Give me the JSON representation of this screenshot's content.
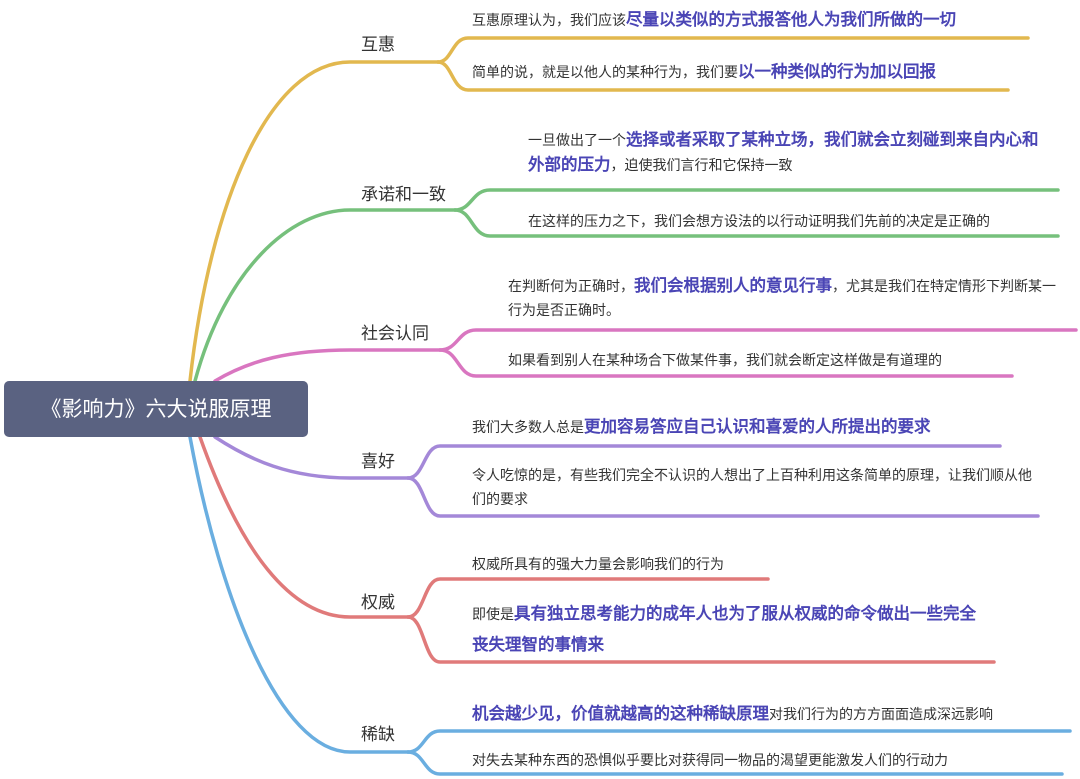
{
  "root": {
    "title": "《影响力》六大说服原理"
  },
  "branches": [
    {
      "label": "互惠",
      "color": "#e2b84f",
      "leaves": [
        {
          "segments": [
            {
              "text": "互惠原理认为，我们应该"
            },
            {
              "text": "尽量以类似的方式报答他人为我们所做的一切",
              "hl": true
            }
          ]
        },
        {
          "segments": [
            {
              "text": "简单的说，就是以他人的某种行为，我们要"
            },
            {
              "text": "以一种类似的行为加以回报",
              "hl": true
            }
          ]
        }
      ]
    },
    {
      "label": "承诺和一致",
      "color": "#76c07c",
      "leaves": [
        {
          "segments": [
            {
              "text": "一旦做出了一个"
            },
            {
              "text": "选择或者采取了某种立场，我们就会立刻碰到来自内心和外部的压力",
              "hl": true
            },
            {
              "text": "，迫使我们言行和它保持一致"
            }
          ]
        },
        {
          "segments": [
            {
              "text": "在这样的压力之下，我们会想方设法的以行动证明我们先前的决定是正确的"
            }
          ]
        }
      ]
    },
    {
      "label": "社会认同",
      "color": "#d976c0",
      "leaves": [
        {
          "segments": [
            {
              "text": "在判断何为正确时，"
            },
            {
              "text": "我们会根据别人的意见行事",
              "hl": true
            },
            {
              "text": "，尤其是我们在特定情形下判断某一行为是否正确时。"
            }
          ]
        },
        {
          "segments": [
            {
              "text": "如果看到别人在某种场合下做某件事，我们就会断定这样做是有道理的"
            }
          ]
        }
      ]
    },
    {
      "label": "喜好",
      "color": "#a488d8",
      "leaves": [
        {
          "segments": [
            {
              "text": "我们大多数人总是"
            },
            {
              "text": "更加容易答应自己认识和喜爱的人所提出的要求",
              "hl": true
            }
          ]
        },
        {
          "segments": [
            {
              "text": "令人吃惊的是，有些我们完全不认识的人想出了上百种利用这条简单的原理，让我们顺从他们的要求"
            }
          ]
        }
      ]
    },
    {
      "label": "权威",
      "color": "#e07a7a",
      "leaves": [
        {
          "segments": [
            {
              "text": "权威所具有的强大力量会影响我们的行为"
            }
          ]
        },
        {
          "segments": [
            {
              "text": "即使是"
            },
            {
              "text": "具有独立思考能力的成年人也为了服从权威的命令做出一些完全丧失理智的事情来",
              "hl": true
            }
          ]
        }
      ]
    },
    {
      "label": "稀缺",
      "color": "#6aaee0",
      "leaves": [
        {
          "segments": [
            {
              "text": "机会越少见，价值就越高的这种稀缺原理",
              "hl": true
            },
            {
              "text": "对我们行为的方方面面造成深远影响"
            }
          ]
        },
        {
          "segments": [
            {
              "text": "对失去某种东西的恐惧似乎要比对获得同一物品的渴望更能激发人们的行动力"
            }
          ]
        }
      ]
    }
  ]
}
